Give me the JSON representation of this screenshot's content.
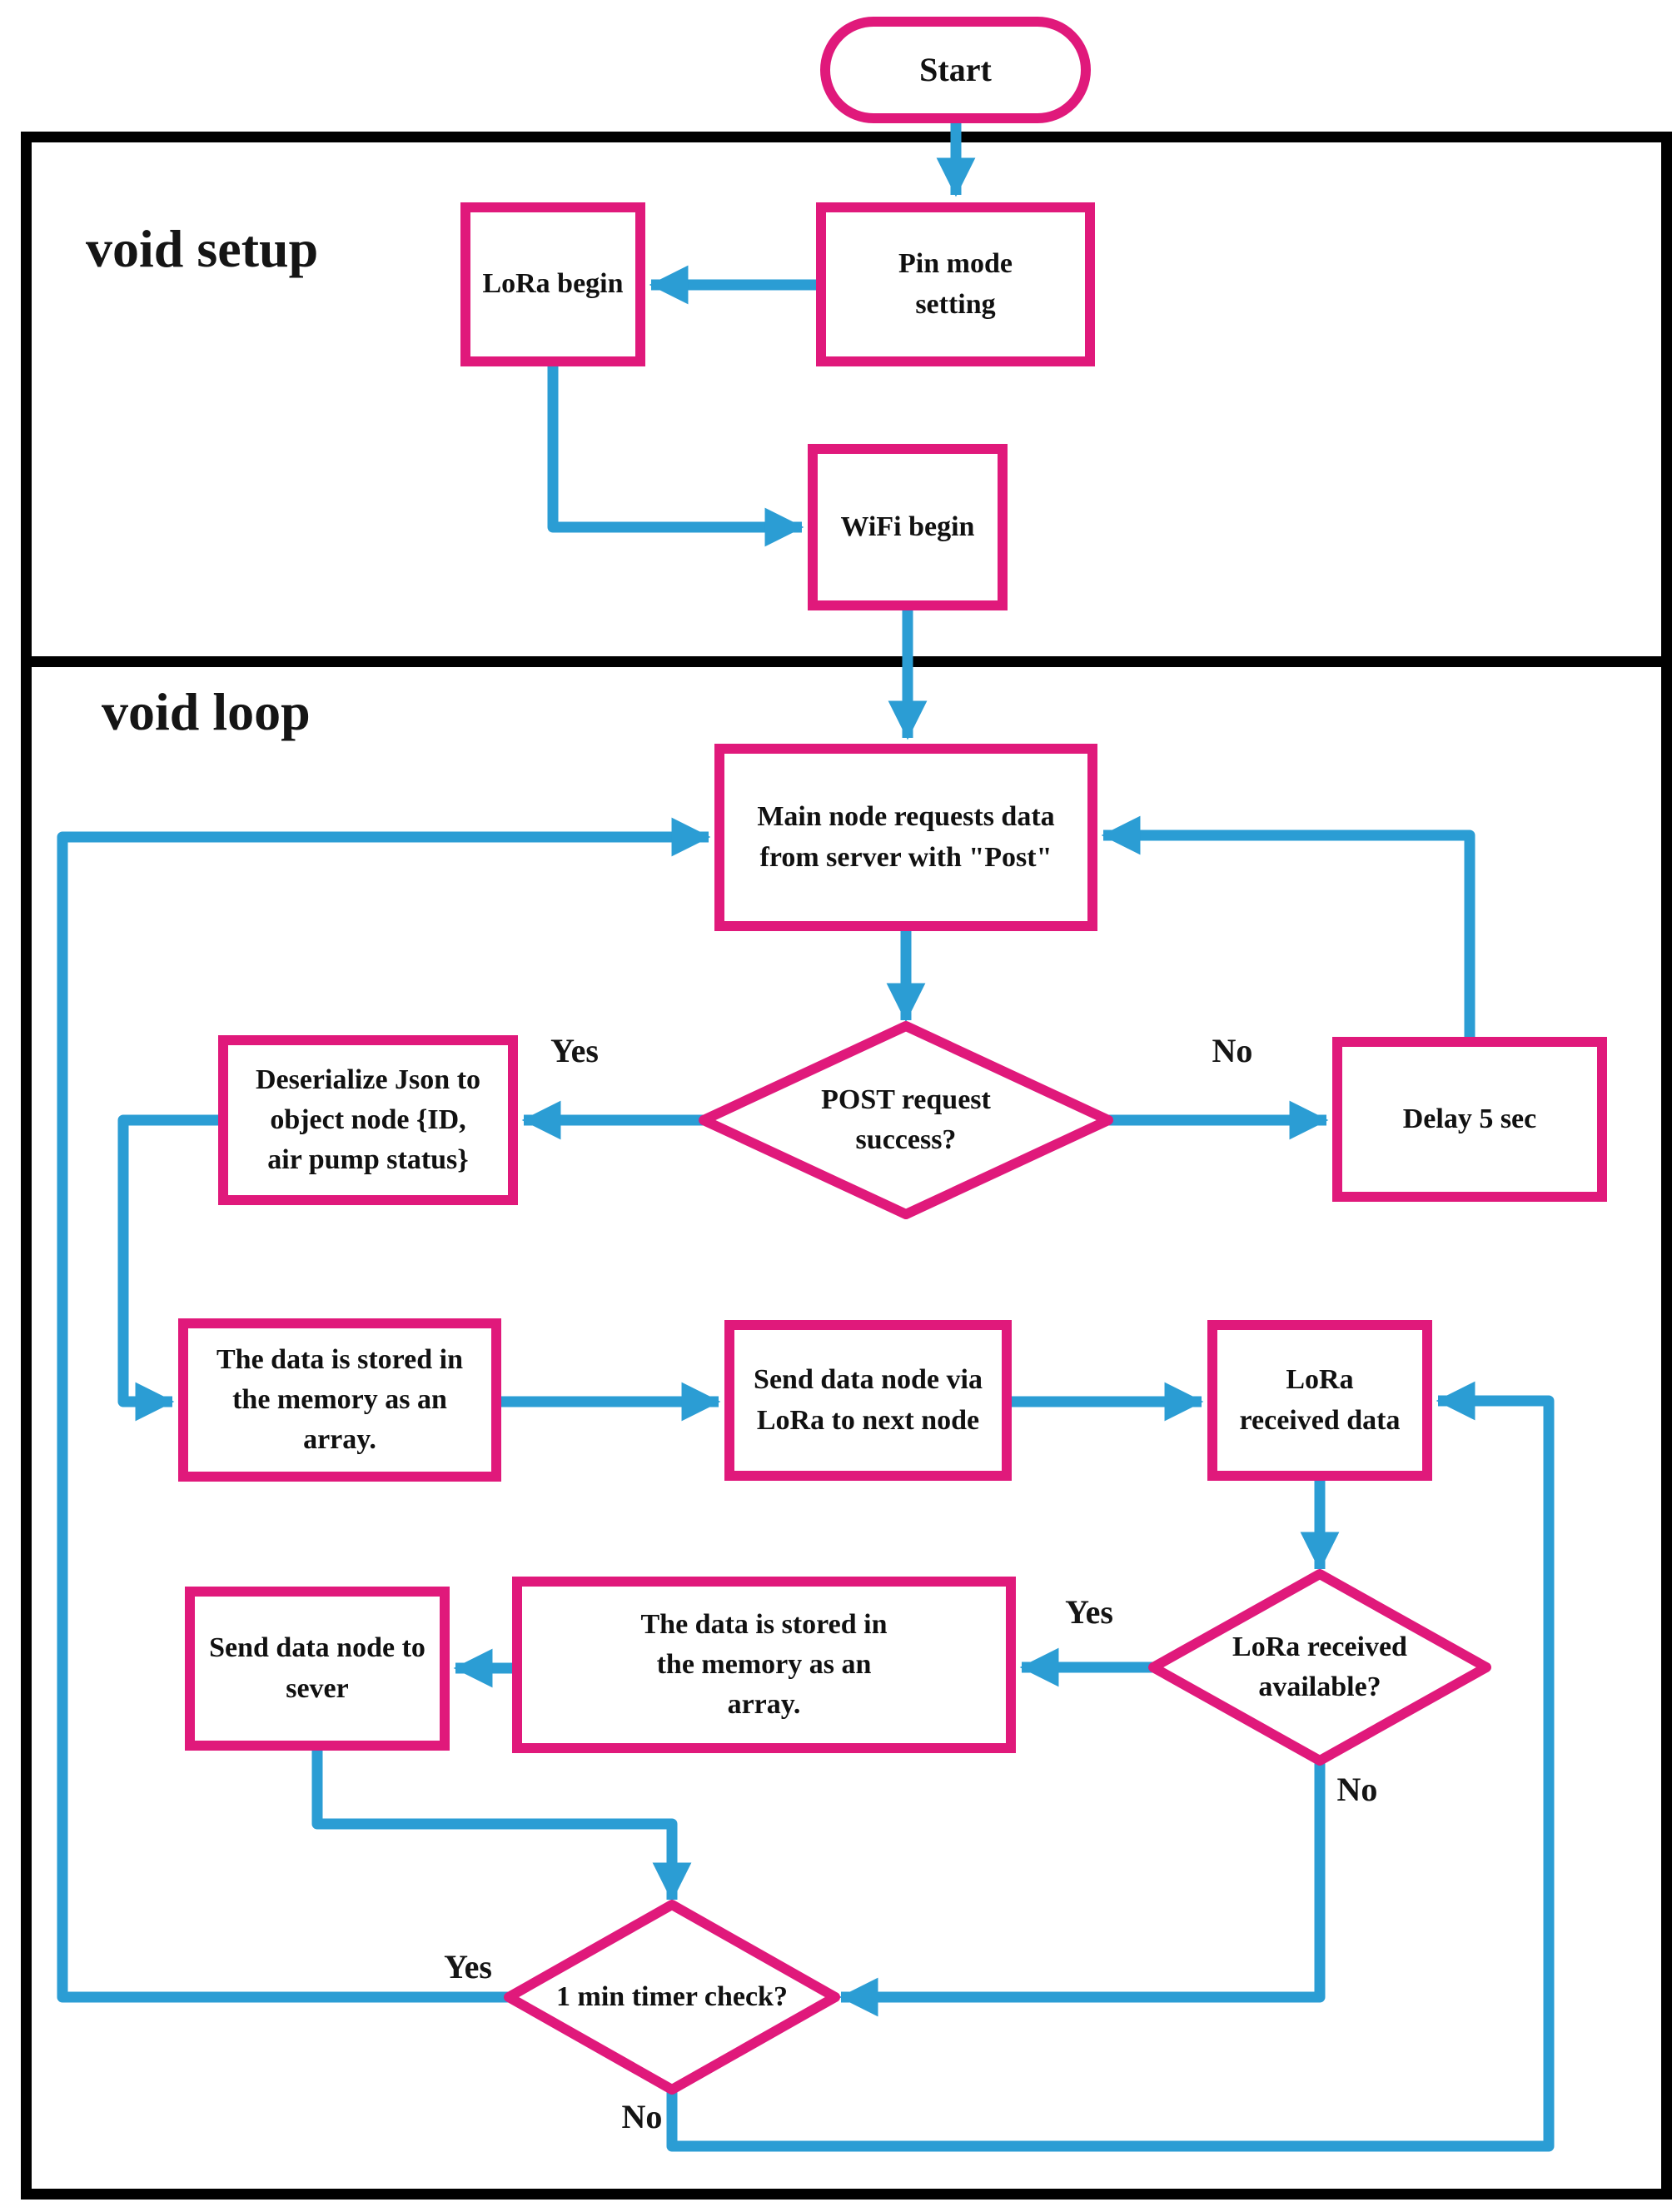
{
  "colors": {
    "node_border_pink": "#e0197b",
    "arrow_blue": "#2b9dd4",
    "section_border_black": "#000000"
  },
  "start_label": "Start",
  "sections": {
    "setup": {
      "label": "void setup"
    },
    "loop": {
      "label": "void loop"
    }
  },
  "nodes": {
    "pin_mode": {
      "label": "Pin mode\nsetting"
    },
    "lora_begin": {
      "label": "LoRa begin"
    },
    "wifi_begin": {
      "label": "WiFi begin"
    },
    "main_request": {
      "label": "Main node requests data\nfrom server with \"Post\""
    },
    "post_success": {
      "label": "POST request\nsuccess?"
    },
    "deserialize": {
      "label": "Deserialize Json to\nobject node {ID,\nair pump status}"
    },
    "delay": {
      "label": "Delay 5 sec"
    },
    "store_array_1": {
      "label": "The data is stored in\nthe memory as an\narray."
    },
    "send_via_lora": {
      "label": "Send data node via\nLoRa to next node"
    },
    "lora_received": {
      "label": "LoRa\nreceived data"
    },
    "lora_available": {
      "label": "LoRa received\navailable?"
    },
    "store_array_2": {
      "label": "The data is stored in\nthe memory as an\narray."
    },
    "send_to_server": {
      "label": "Send data node to\nsever"
    },
    "timer_check": {
      "label": "1 min timer check?"
    }
  },
  "branch_labels": {
    "post_yes": "Yes",
    "post_no": "No",
    "available_yes": "Yes",
    "available_no": "No",
    "timer_yes": "Yes",
    "timer_no": "No"
  }
}
